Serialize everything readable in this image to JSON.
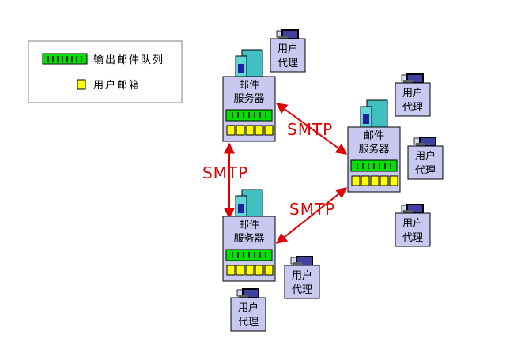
{
  "legend": {
    "outgoing_queue": "输出邮件队列",
    "user_mailbox": "用户邮箱"
  },
  "mail_server": {
    "line1": "邮件",
    "line2": "服务器"
  },
  "user_agent": {
    "line1": "用户",
    "line2": "代理"
  },
  "protocol_label": "SMTP",
  "colors": {
    "server_fill": "#c8c8f0",
    "agent_fill": "#c8c8f0",
    "queue_green": "#00e000",
    "mailbox_yellow": "#ffff00",
    "arrow_red": "#e00000",
    "tower_teal": "#40c0c0",
    "tower_blue": "#2020a0"
  }
}
